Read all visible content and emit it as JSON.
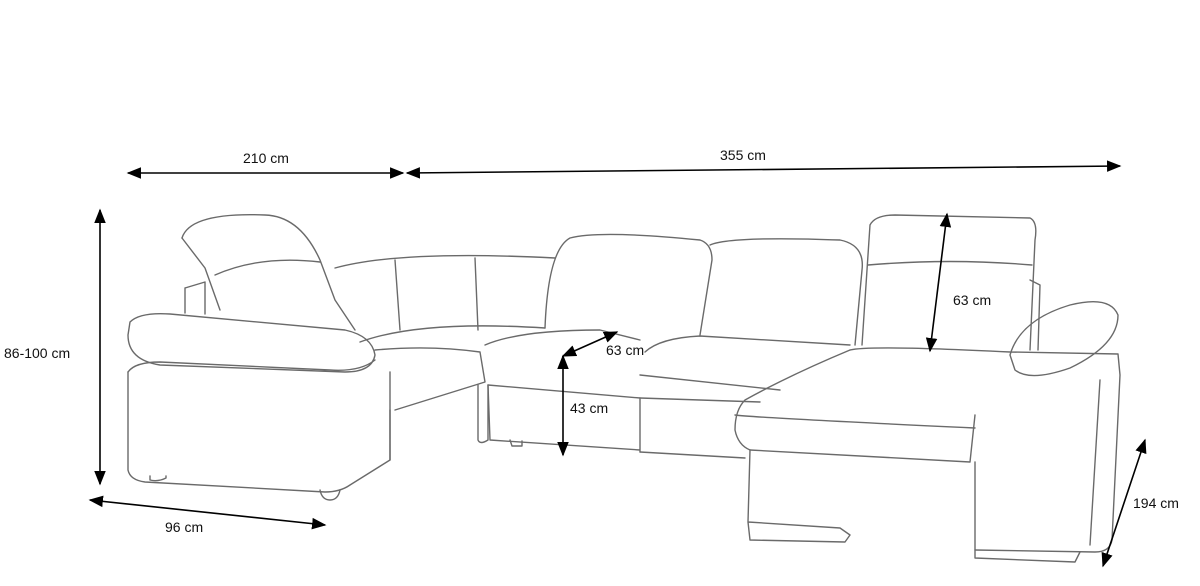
{
  "title": "Corner sofa dimensions",
  "dimensions": {
    "width_left": "210 cm",
    "width_right": "355 cm",
    "height": "86-100 cm",
    "seat_depth": "63 cm",
    "seat_height": "43 cm",
    "headrest_height": "63 cm",
    "depth_left": "96 cm",
    "depth_right": "194 cm"
  }
}
